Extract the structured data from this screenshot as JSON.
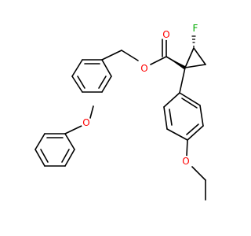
{
  "molecule": {
    "atoms": [
      {
        "id": "O_carbonyl",
        "symbol": "O",
        "color": "#ff0000"
      },
      {
        "id": "O_ester",
        "symbol": "O",
        "color": "#ff0000"
      },
      {
        "id": "F",
        "symbol": "F",
        "color": "#00aa00"
      },
      {
        "id": "O_phenoxy",
        "symbol": "O",
        "color": "#ff0000"
      },
      {
        "id": "O_ethoxy",
        "symbol": "O",
        "color": "#ff0000"
      }
    ],
    "bond_color": "#000000"
  }
}
